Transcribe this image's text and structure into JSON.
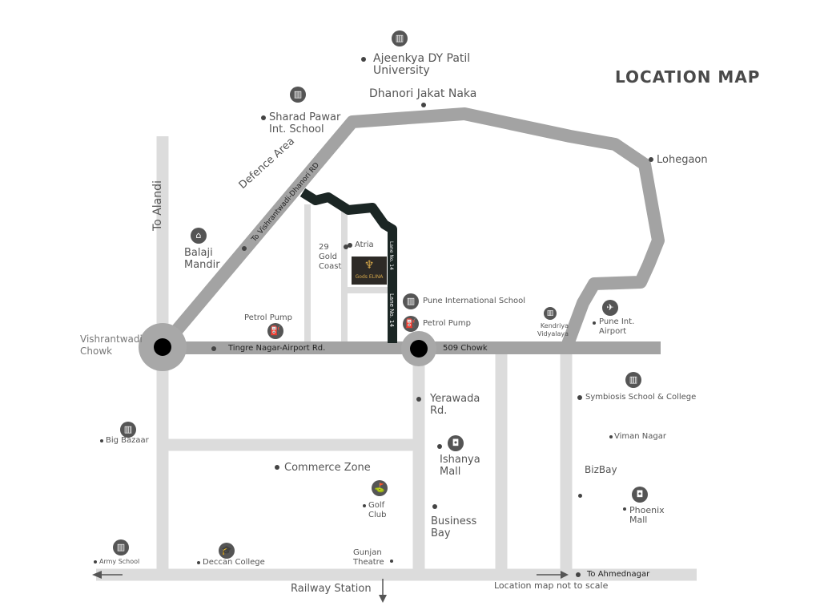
{
  "title": "LOCATION MAP",
  "note": "Location map not to scale",
  "project_logo": "Gods ELINA",
  "colors": {
    "major_road": "#a3a3a3",
    "minor_road": "#dcdcdc",
    "project_lane": "#1b2624",
    "junction": "#000000",
    "text": "#555555"
  },
  "roads": {
    "to_alandi": "To Alandi",
    "vishrantwadi_dhanori": "To Vishrantwadi-Dhanori RD",
    "tingre_nagar": "Tingre Nagar-Airport Rd.",
    "chowk_509": "509 Chowk",
    "lane_14a": "Lane No. 14",
    "lane_14b": "Lane No. 14",
    "yerawada": "Yerawada Rd.",
    "railway_station": "Railway Station",
    "to_ahmednagar": "To Ahmednagar"
  },
  "places": {
    "ajeenkya": "Ajeenkya DY Patil University",
    "dhanori": "Dhanori Jakat Naka",
    "sharad_pawar": "Sharad Pawar Int. School",
    "defence": "Defence Area",
    "lohegaon": "Lohegaon",
    "balaji": "Balaji Mandir",
    "gold_coast": "29 Gold Coast",
    "atria": "Atria",
    "pune_intl_school": "Pune International School",
    "petrol_pump_right": "Petrol Pump",
    "petrol_pump_left": "Petrol Pump",
    "vishrantwadi": "Vishrantwadi Chowk",
    "kendriya": "Kendriya Vidyalaya",
    "airport": "Pune Int. Airport",
    "symbiosis": "Symbiosis School & College",
    "big_bazaar": "Big Bazaar",
    "viman_nagar": "Viman Nagar",
    "commerce_zone": "Commerce Zone",
    "ishanya": "Ishanya Mall",
    "bizbay": "BizBay",
    "golf_club": "Golf Club",
    "business_bay": "Business Bay",
    "phoenix": "Phoenix Mall",
    "army_school": "Army School",
    "deccan": "Deccan College",
    "gunjan": "Gunjan Theatre"
  },
  "icons": [
    "book-icon",
    "temple-icon",
    "fuel-pump-icon",
    "airplane-icon",
    "shopping-bag-icon",
    "golfer-icon",
    "graduation-cap-icon"
  ]
}
